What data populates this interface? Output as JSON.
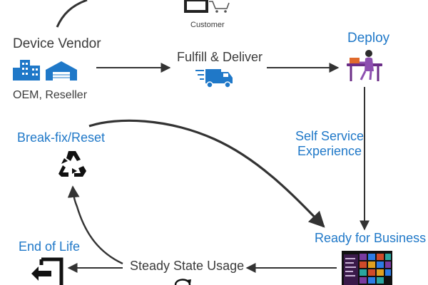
{
  "nodes": {
    "customer": "Customer",
    "device_vendor": "Device Vendor",
    "oem_reseller": "OEM, Reseller",
    "fulfill_deliver": "Fulfill & Deliver",
    "deploy": "Deploy",
    "self_service_line1": "Self Service",
    "self_service_line2": "Experience",
    "break_fix_reset": "Break-fix/Reset",
    "ready_for_business": "Ready for Business",
    "end_of_life": "End of Life",
    "steady_state_usage": "Steady State Usage"
  },
  "icons": {
    "customer": "person-at-computer-with-cart-icon",
    "vendor": "factory-buildings-icon",
    "delivery": "delivery-truck-icon",
    "deploy": "person-at-desk-with-laptop-icon",
    "break_fix": "recycle-icon",
    "ready": "start-menu-screen-icon",
    "end_of_life": "exit-icon",
    "steady_state": "refresh-icon"
  },
  "colors": {
    "text_dark": "#3b3b3b",
    "text_blue": "#1f78c8",
    "arrow": "#333333",
    "icon_blue": "#1f78c8",
    "purple": "#6b2d87"
  }
}
